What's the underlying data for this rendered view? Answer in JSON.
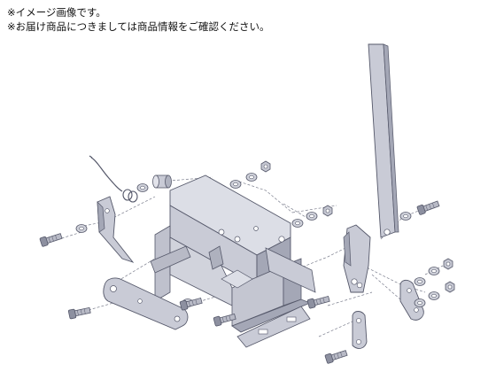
{
  "notes": {
    "line1": "※イメージ画像です。",
    "line2": "※お届け商品につきましては商品情報をご確認ください。"
  },
  "figure": {
    "subject": "exploded view of lever shear cutter",
    "colors": {
      "part_fill": "#c9cbd6",
      "part_light": "#dcdee6",
      "part_dark": "#a4a7b6",
      "outline": "#55586a",
      "bolt_fill": "#b8bac6",
      "dashed": "#7a7d8c"
    }
  }
}
